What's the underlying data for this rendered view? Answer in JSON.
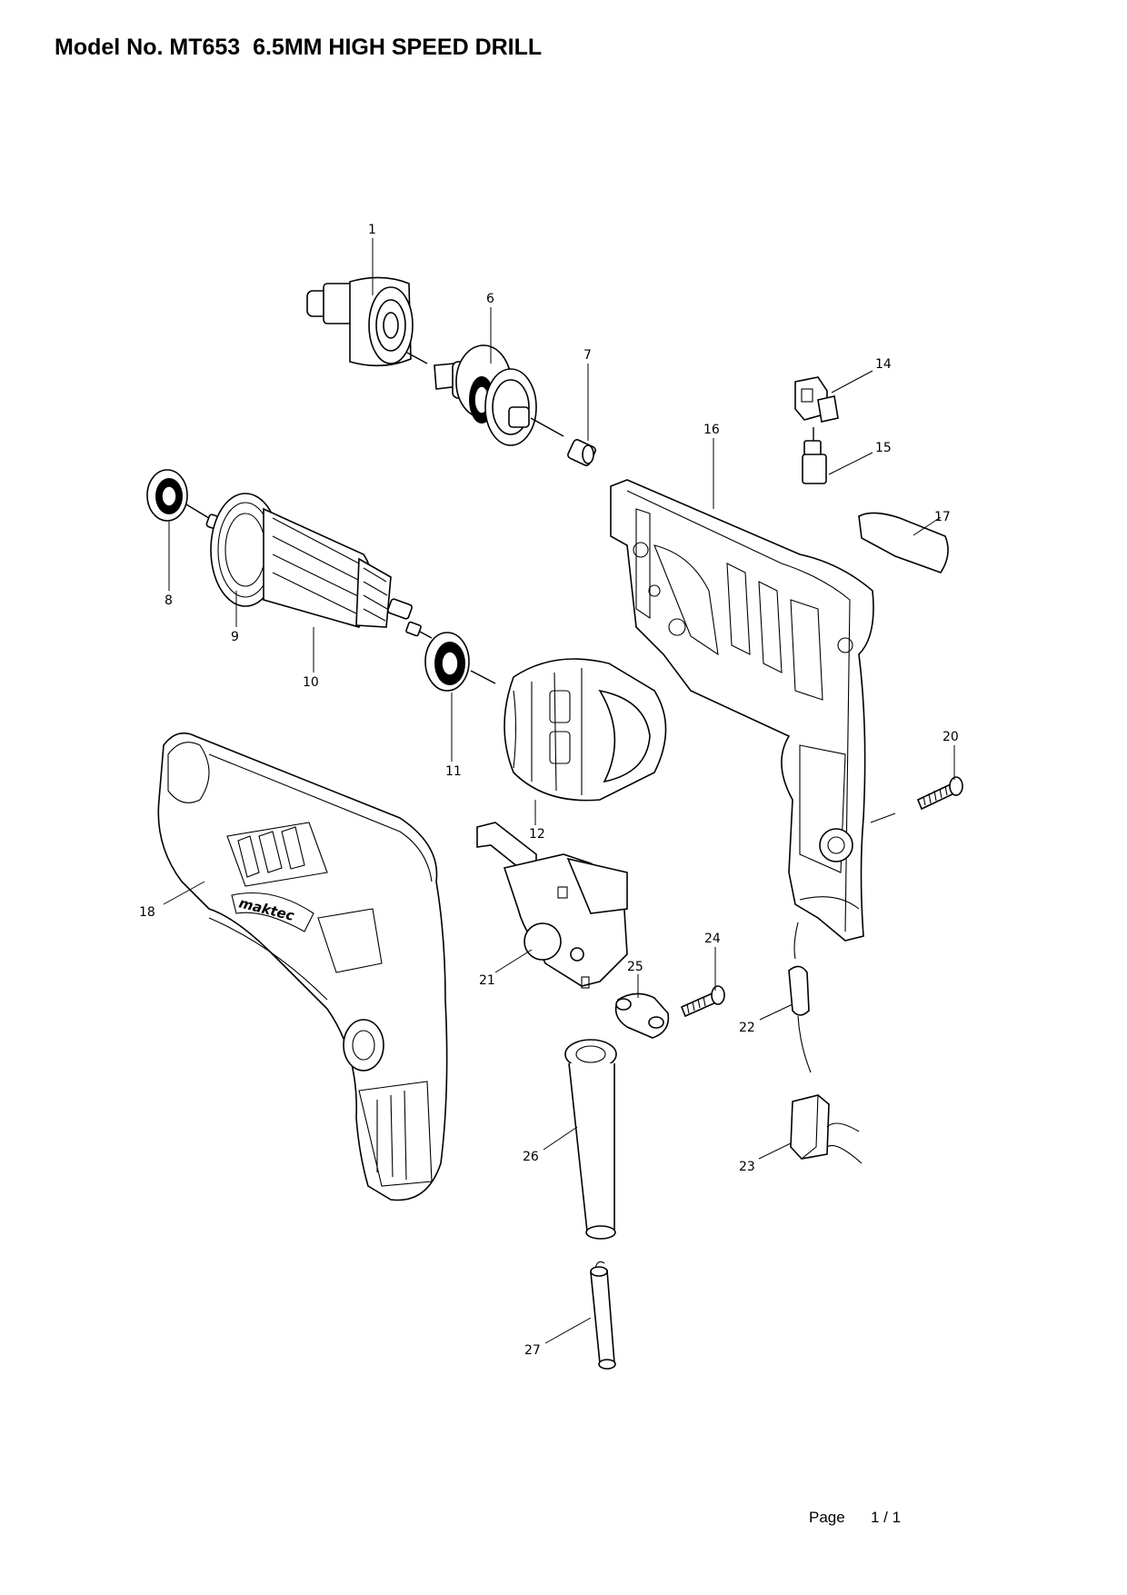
{
  "title": "Model No. MT653  6.5MM HIGH SPEED DRILL",
  "brand_mark": "maktec",
  "footer": {
    "page_label": "Page",
    "page_value": "1 / 1"
  },
  "callouts": [
    "1",
    "6",
    "7",
    "14",
    "15",
    "16",
    "17",
    "8",
    "9",
    "10",
    "11",
    "12",
    "20",
    "18",
    "21",
    "24",
    "25",
    "22",
    "26",
    "23",
    "27"
  ]
}
